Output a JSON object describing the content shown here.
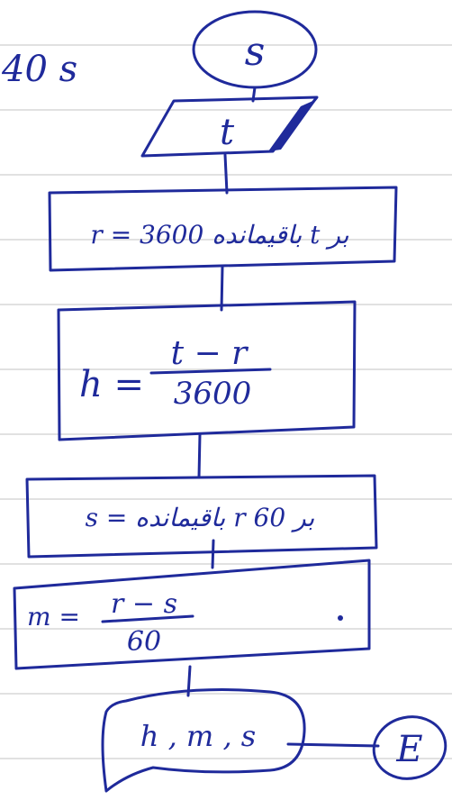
{
  "header_note": "40 s",
  "start_label": "s",
  "input_label": "t",
  "step1_text": "r = 3600 باقیمانده t بر",
  "step2_lhs": "h =",
  "step2_num": "t − r",
  "step2_den": "3600",
  "step3_text": "s = باقیمانده r بر 60",
  "step4_lhs": "m =",
  "step4_num": "r − s",
  "step4_den": "60",
  "output_label": "h , m , s",
  "end_label": "E",
  "colors": {
    "ink": "#1f2a9b",
    "ruled_lines": "#cfcfcf",
    "paper": "#ffffff"
  }
}
